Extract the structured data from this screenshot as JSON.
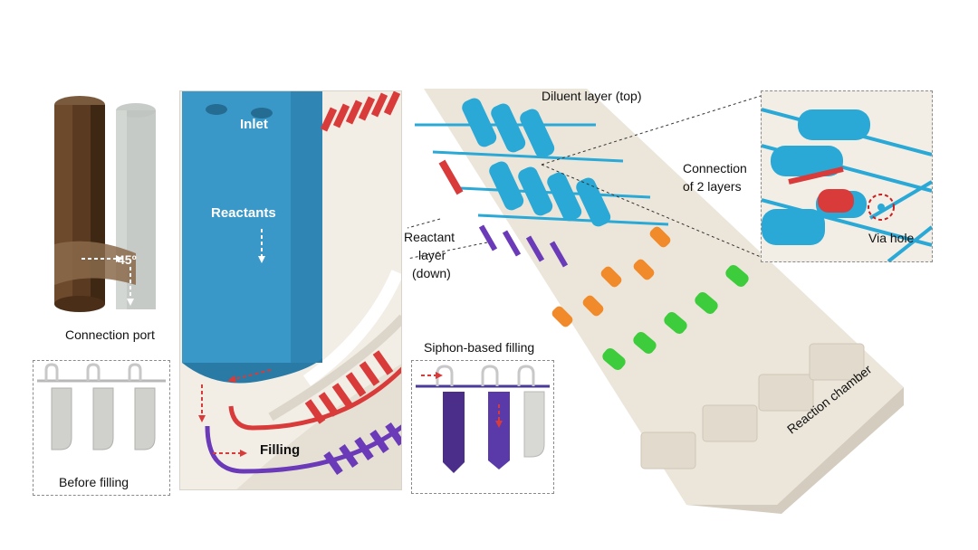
{
  "labels": {
    "connection_port": "Connection port",
    "angle": "45º",
    "before_filling": "Before filling",
    "inlet": "Inlet",
    "reactants": "Reactants",
    "filling": "Filling",
    "siphon_filling": "Siphon-based filling",
    "diluent_layer": "Diluent layer (top)",
    "connection_line1": "Connection",
    "connection_line2": "of 2 layers",
    "reactant_line1": "Reactant",
    "reactant_line2": "layer",
    "reactant_line3": "(down)",
    "via_hole": "Via hole",
    "reaction_chamber": "Reaction chamber"
  },
  "colors": {
    "diluent": "#2aa8d6",
    "reactant_red": "#d93a3a",
    "purple": "#6a3ab8",
    "orange": "#f08a2a",
    "green": "#3ccc3c",
    "chip": "#e8e2d6",
    "port_brown": "#5a3a20"
  }
}
